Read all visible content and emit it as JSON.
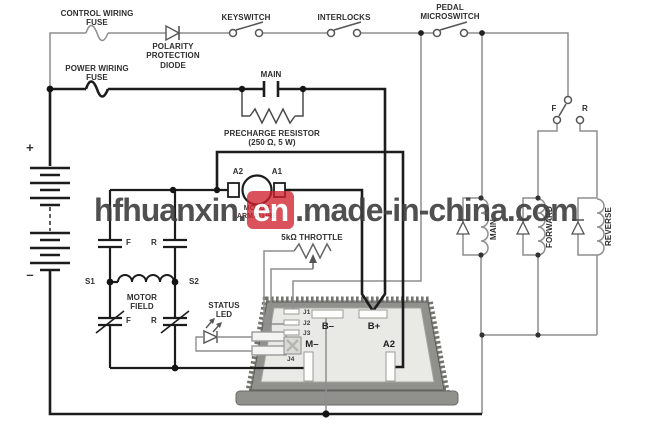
{
  "diagram": {
    "type": "motor-controller-wiring-schematic",
    "labels": {
      "control_fuse": "CONTROL WIRING\nFUSE",
      "power_fuse": "POWER WIRING\nFUSE",
      "polarity_diode": "POLARITY\nPROTECTION\nDIODE",
      "keyswitch": "KEYSWITCH",
      "interlocks": "INTERLOCKS",
      "pedal_microswitch": "PEDAL\nMICROSWITCH",
      "main_contact": "MAIN",
      "precharge_resistor": "PRECHARGE RESISTOR\n(250 Ω, 5 W)",
      "battery_plus": "+",
      "battery_minus": "–",
      "armature_a2": "A2",
      "armature_a1": "A1",
      "motor_armature": "MOTOR\nARMATURE",
      "throttle": "5kΩ THROTTLE",
      "field_f_no": "F",
      "field_r_no": "R",
      "s1": "S1",
      "s2": "S2",
      "motor_field": "MOTOR\nFIELD",
      "field_f_nc": "F",
      "field_r_nc": "R",
      "status_led": "STATUS\nLED",
      "j1": "J1",
      "j2": "J2",
      "j3": "J3",
      "j4": "J4",
      "b_minus": "B–",
      "b_plus": "B+",
      "m_minus": "M–",
      "ctrl_a2": "A2",
      "sel_f": "F",
      "sel_r": "R",
      "coil_main": "MAIN",
      "coil_forward": "FORWARD",
      "coil_reverse": "REVERSE"
    },
    "watermark": {
      "prefix": "hfhuanxin.",
      "en": "en",
      "suffix": ".made-in-china.com"
    },
    "colors": {
      "wire_power": "#1c1c1c",
      "wire_control": "#8e8e8e",
      "component_outline": "#555555",
      "watermark_red": "#ce1f2d",
      "controller_body": "#90908c",
      "controller_panel": "#e9e9e6"
    }
  }
}
